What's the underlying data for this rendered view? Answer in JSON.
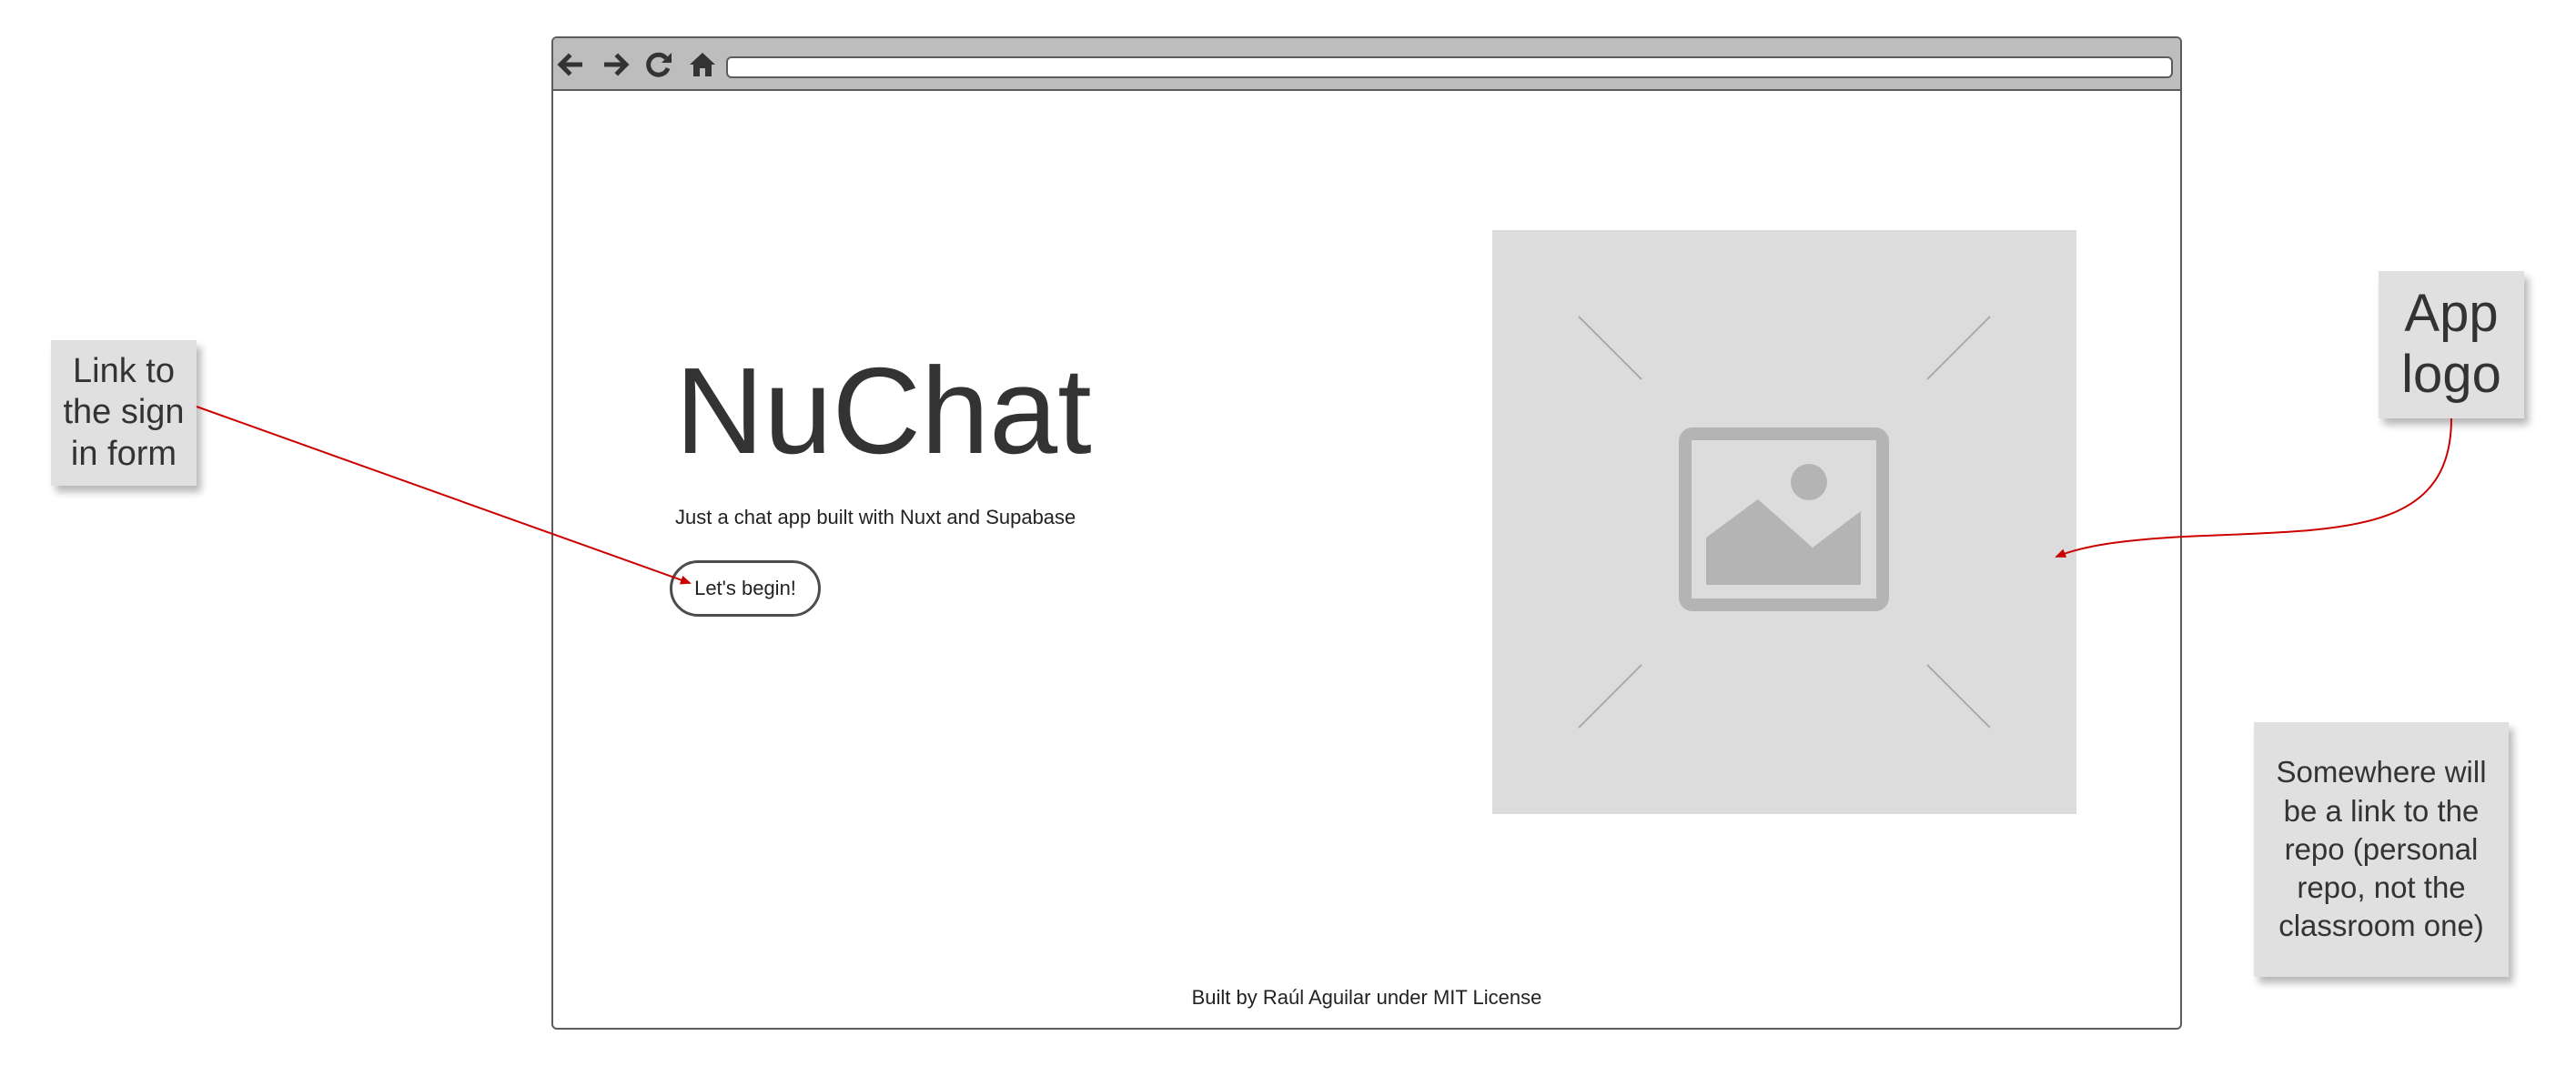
{
  "browser": {
    "nav_icons": [
      "back-arrow-icon",
      "forward-arrow-icon",
      "reload-icon",
      "home-icon"
    ],
    "url": ""
  },
  "page": {
    "title": "NuChat",
    "subtitle": "Just a chat app built with Nuxt and Supabase",
    "cta_label": "Let's begin!",
    "logo_icon": "image-placeholder-icon",
    "footer": "Built by Raúl Aguilar under MIT License"
  },
  "annotations": {
    "signin_note": "Link to the sign in form",
    "logo_note": "App logo",
    "repo_note": "Somewhere will be a link to the repo (personal repo, not the classroom one)"
  },
  "colors": {
    "connector": "#cc0000",
    "note_bg": "#e0e0e0",
    "toolbar_bg": "#bdbdbd",
    "placeholder_bg": "#dcdcdc"
  }
}
